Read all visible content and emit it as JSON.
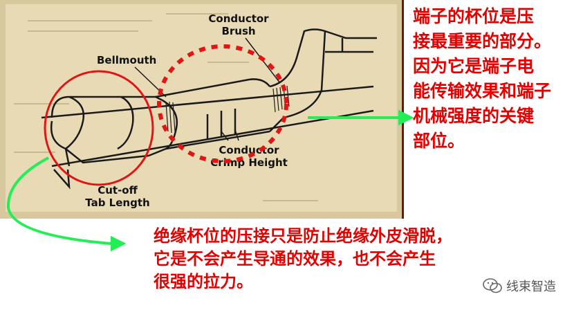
{
  "figure": {
    "labels": {
      "conductor_brush": [
        "Conductor",
        "Brush"
      ],
      "bellmouth": "Bellmouth",
      "conductor_crimp_height": [
        "Conductor",
        "Crimp Height"
      ],
      "cutoff_tab_length": [
        "Cut-off",
        "Tab Length"
      ]
    }
  },
  "callout_right": {
    "lines": [
      "端子的杯位是压",
      "接最重要的部分。",
      "因为它是端子电",
      "能传输效果和端子",
      "机械强度的关键",
      "部位。"
    ]
  },
  "callout_bottom": {
    "lines": [
      "绝缘杯位的压接只是防止绝缘外皮滑脱，",
      "它是不会产生导通的效果，也不会产生",
      "很强的拉力。"
    ]
  },
  "watermark": {
    "text": "线束智造"
  },
  "colors": {
    "callout_text": "#e50000",
    "circle": "#e01515",
    "arrow": "#22ee55",
    "border": "#7d0f0f",
    "paper": "#e7dab5"
  }
}
